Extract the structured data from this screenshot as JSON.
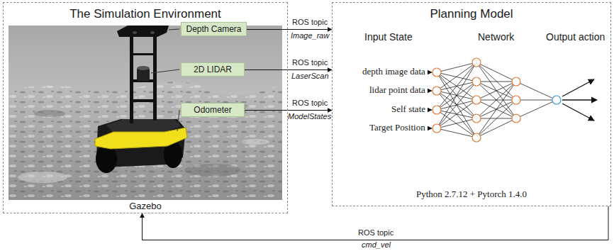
{
  "diagram": {
    "nodes": [
      {
        "text": [
          "The Simulation Environment",
          "Gazebo"
        ]
      },
      {
        "text": [
          "Depth Camera"
        ],
        "in": 0
      },
      {
        "text": [
          "2D LIDAR"
        ],
        "in": 0
      },
      {
        "text": [
          "Odometer"
        ],
        "in": 0
      },
      {
        "text": [
          "Planning Model",
          "Python 2.7.12 + Pytorch 1.4.0"
        ]
      }
    ],
    "edges": [
      {
        "from": 1,
        "to": 4,
        "label": "ROS topic",
        "arrow": "to"
      },
      {
        "from": 2,
        "to": 4,
        "label": "ROS topic",
        "arrow": "to"
      },
      {
        "from": 3,
        "to": 4,
        "label": "ROS topic",
        "arrow": "to"
      },
      {
        "from": 4,
        "to": 0,
        "label": "ROS topic",
        "arrow": "to"
      }
    ],
    "labels": [
      "Image_raw",
      "LaserScan",
      "ModelStates",
      "cmd_vel",
      "Input State",
      "Network",
      "Output action",
      "depth image data",
      "lidar point data",
      "Self state",
      "Target Position"
    ]
  }
}
